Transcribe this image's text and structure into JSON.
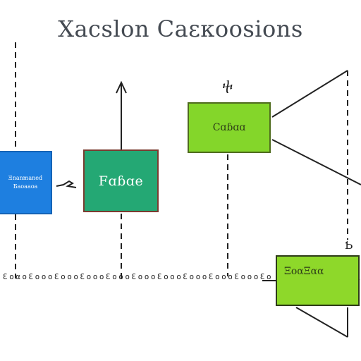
{
  "title": "Xacslon Caεκoosions",
  "nodes": {
    "blue": {
      "label": "Ǝnanmaned\nƂaoaaoa",
      "color": "#1e7fe0"
    },
    "teal": {
      "label": "Fɑɓɑe",
      "color": "#24a874"
    },
    "lime_top": {
      "label": "Cɑɓɑɑ",
      "color": "#84d62a"
    },
    "lime_bottom": {
      "label": "ΞᴏαΞαα",
      "color": "#8ed82a"
    }
  },
  "axis_text": "ƐoαoƐoooƐoooƐoooƐoooƐoooƐoooƐoooƐoooƐoooƐoooƐoo",
  "marks": {
    "top_symbol": "ⴕ",
    "bottom_symbol": "Ƅ",
    "squiggle": "∼"
  }
}
